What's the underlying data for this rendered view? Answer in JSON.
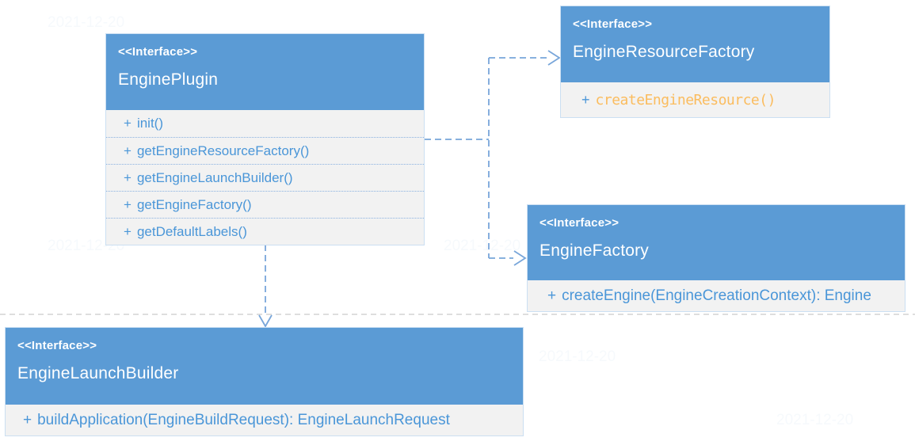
{
  "diagram": {
    "type": "uml-class-diagram",
    "colors": {
      "header_blue": "#5B9BD5",
      "body_gray": "#F2F2F2",
      "method_text_blue": "#4A96D8",
      "method_text_orange": "#FBBC5E",
      "connector_blue": "#78A6DA",
      "page_divider_gray": "#C9C9C9"
    },
    "watermark": {
      "text": "2021-12-20"
    },
    "classes": [
      {
        "stereotype": "<<Interface>>",
        "name": "EnginePlugin",
        "methods": [
          {
            "plus": "+",
            "signature": "init()"
          },
          {
            "plus": "+",
            "signature": "getEngineResourceFactory()"
          },
          {
            "plus": "+",
            "signature": "getEngineLaunchBuilder()"
          },
          {
            "plus": "+",
            "signature": "getEngineFactory()"
          },
          {
            "plus": "+",
            "signature": "getDefaultLabels()"
          }
        ]
      },
      {
        "stereotype": "<<Interface>>",
        "name": "EngineResourceFactory",
        "methods": [
          {
            "plus": "+",
            "signature": "createEngineResource()"
          }
        ]
      },
      {
        "stereotype": "<<Interface>>",
        "name": "EngineFactory",
        "methods": [
          {
            "plus": "+",
            "signature": "createEngine(EngineCreationContext): Engine"
          }
        ]
      },
      {
        "stereotype": "<<Interface>>",
        "name": "EngineLaunchBuilder",
        "methods": [
          {
            "plus": "+",
            "signature": "buildApplication(EngineBuildRequest): EngineLaunchRequest"
          }
        ]
      }
    ],
    "relations": [
      {
        "from": "EnginePlugin",
        "to": "EngineResourceFactory",
        "type": "dashed-dependency-open-arrow"
      },
      {
        "from": "EnginePlugin",
        "to": "EngineFactory",
        "type": "dashed-dependency-open-arrow"
      },
      {
        "from": "EnginePlugin",
        "to": "EngineLaunchBuilder",
        "type": "dashed-dependency-open-arrow"
      }
    ]
  }
}
